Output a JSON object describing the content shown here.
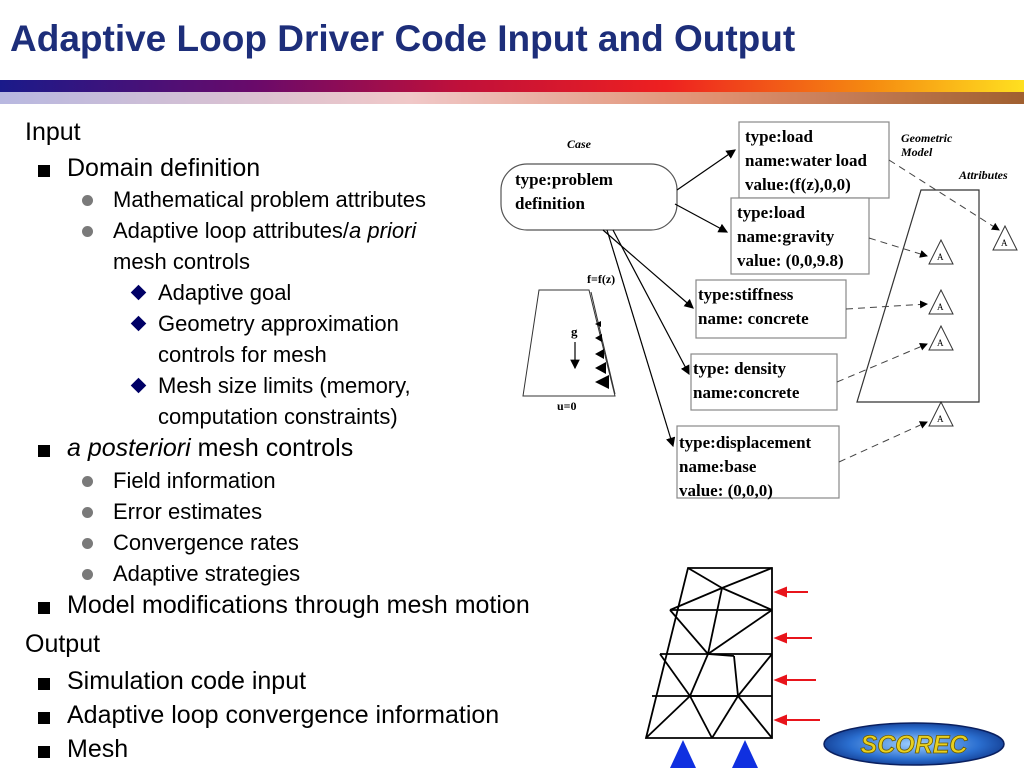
{
  "slide": {
    "title": "Adaptive Loop Driver Code Input and Output"
  },
  "outline": {
    "input_heading": "Input",
    "domain_definition": "Domain definition",
    "math_attributes": "Mathematical problem attributes",
    "adaptive_attr_prefix": "Adaptive loop attributes/",
    "a_priori": "a priori",
    "mesh_controls": "mesh controls",
    "adaptive_goal": "Adaptive goal",
    "geometry_approx_line1": "Geometry approximation",
    "geometry_approx_line2": "controls for mesh",
    "mesh_size_line1": "Mesh size limits (memory,",
    "mesh_size_line2": "computation constraints)",
    "a_posteriori": "a posteriori",
    "posteriori_suffix": " mesh controls",
    "field_information": "Field information",
    "error_estimates": "Error estimates",
    "convergence_rates": "Convergence rates",
    "adaptive_strategies": "Adaptive strategies",
    "model_modifications": "Model modifications through mesh motion",
    "output_heading": "Output",
    "simulation_input": "Simulation code input",
    "loop_convergence": "Adaptive loop convergence information",
    "mesh": "Mesh"
  },
  "diagram": {
    "case_label": "Case",
    "problem_box": [
      "type:problem",
      "definition"
    ],
    "geometric_model_label": [
      "Geometric",
      "Model"
    ],
    "attributes_label": "Attributes",
    "load_water": [
      "type:load",
      "name:water load",
      "value:(f(z),0,0)"
    ],
    "load_gravity": [
      "type:load",
      "name:gravity",
      "value: (0,0,9.8)"
    ],
    "stiffness": [
      "type:stiffness",
      "name: concrete"
    ],
    "density": [
      "type: density",
      "name:concrete"
    ],
    "displacement": [
      "type:displacement",
      "name:base",
      "value: (0,0,0)"
    ],
    "fz_label": "f=f(z)",
    "g_label": "g",
    "u0_label": "u=0",
    "attr_marker": "A"
  },
  "logo": {
    "text": "SCOREC"
  },
  "colors": {
    "title": "#1d2e7a",
    "arrow_red": "#e8141b",
    "support_blue": "#1030e0"
  }
}
